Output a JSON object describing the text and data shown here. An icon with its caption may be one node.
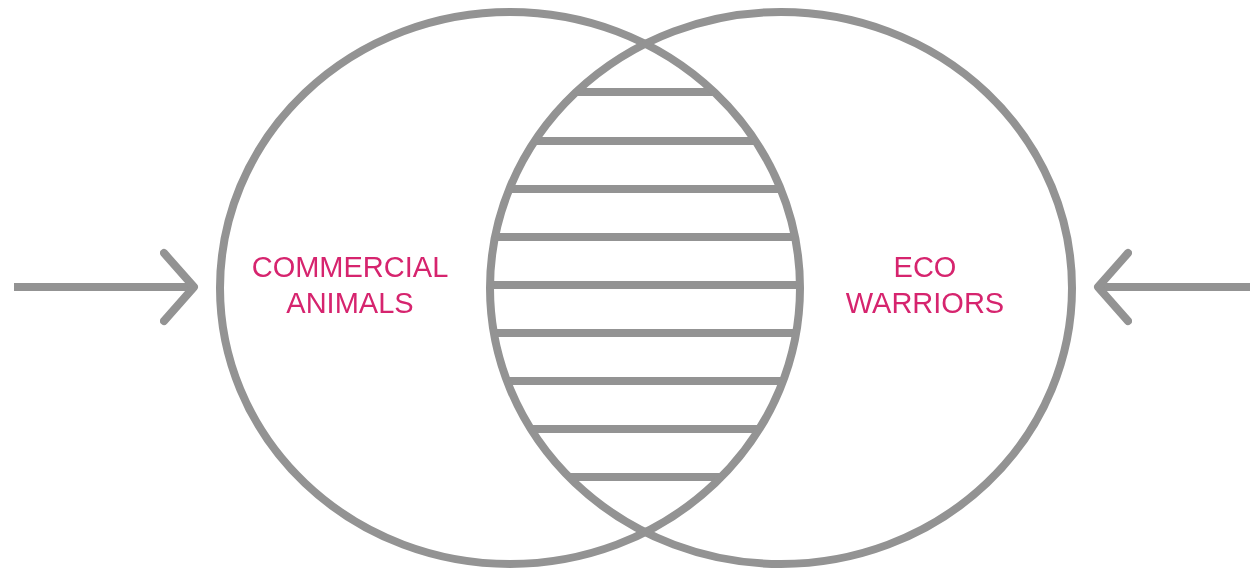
{
  "diagram": {
    "nodes": [
      {
        "text": [
          "COMMERCIAL ANIMALS"
        ]
      },
      {
        "text": [
          "ECO WARRIORS"
        ]
      }
    ],
    "edges": [
      {
        "from": null,
        "to": 0,
        "arrow": "to"
      },
      {
        "from": null,
        "to": 1,
        "arrow": "to"
      }
    ]
  }
}
